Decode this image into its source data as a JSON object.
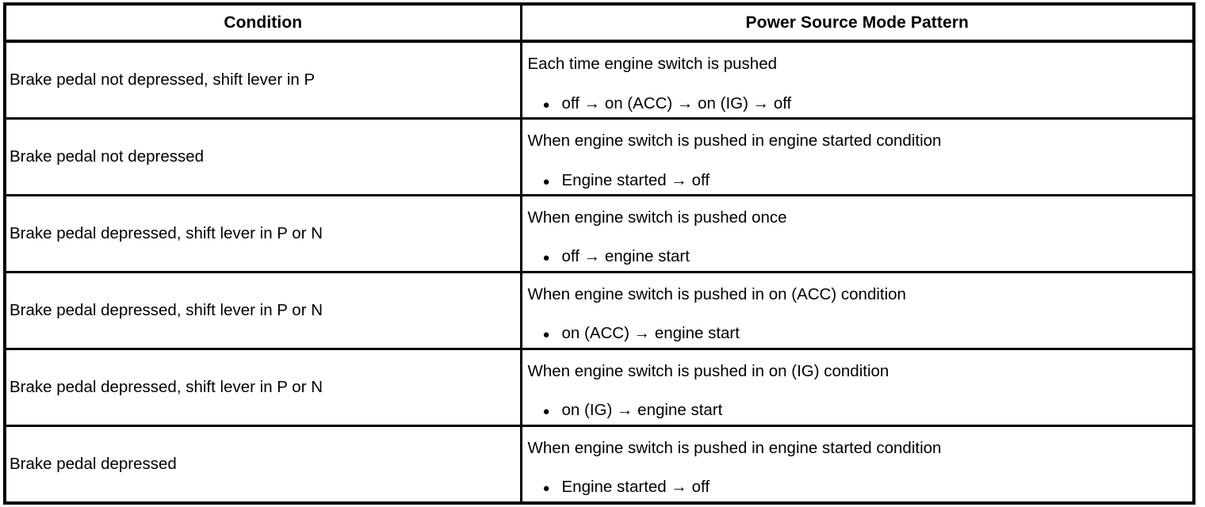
{
  "table": {
    "headers": {
      "condition": "Condition",
      "pattern": "Power Source Mode Pattern"
    },
    "bullet_glyph": "●",
    "rows": [
      {
        "condition": "Brake pedal not depressed, shift lever in P",
        "pattern_heading": "Each time engine switch is pushed",
        "pattern_bullet": "off → on (ACC) → on (IG) → off"
      },
      {
        "condition": "Brake pedal not depressed",
        "pattern_heading": "When engine switch is pushed in engine started condition",
        "pattern_bullet": "Engine started → off"
      },
      {
        "condition": "Brake pedal depressed, shift lever in P or N",
        "pattern_heading": "When engine switch is pushed once",
        "pattern_bullet": "off → engine start"
      },
      {
        "condition": "Brake pedal depressed, shift lever in P or N",
        "pattern_heading": "When engine switch is pushed in on (ACC) condition",
        "pattern_bullet": "on (ACC) → engine start"
      },
      {
        "condition": "Brake pedal depressed, shift lever in P or N",
        "pattern_heading": "When engine switch is pushed in on (IG) condition",
        "pattern_bullet": "on (IG) → engine start"
      },
      {
        "condition": "Brake pedal depressed",
        "pattern_heading": "When engine switch is pushed in engine started condition",
        "pattern_bullet": "Engine started → off"
      }
    ]
  },
  "colors": {
    "border": "#000000",
    "background": "#ffffff",
    "text": "#000000"
  }
}
